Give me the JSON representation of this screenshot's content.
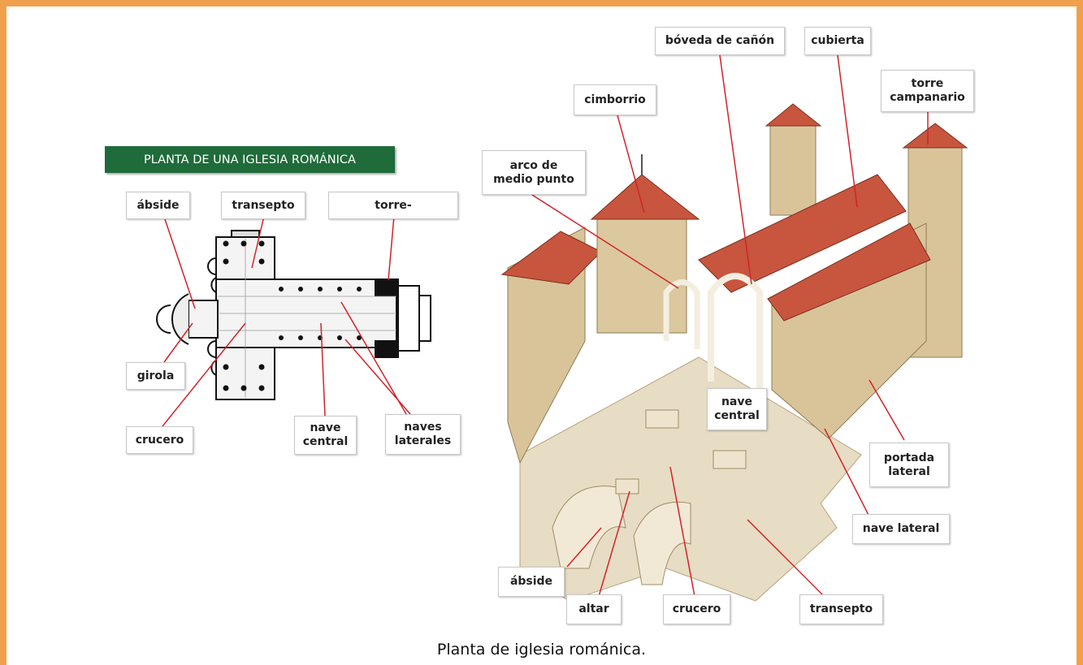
{
  "title_banner": "PLANTA DE UNA IGLESIA ROMÁNICA",
  "caption": "Planta de iglesia románica.",
  "colors": {
    "frame": "#f0a04b",
    "banner": "#1f6b3a",
    "leader_line": "#d2232a",
    "roof": "#c8553d",
    "stone": "#d9c49a"
  },
  "plan_labels": {
    "abside": "ábside",
    "transepto": "transepto",
    "torre": "torre-",
    "girola": "girola",
    "crucero": "crucero",
    "nave_central": "nave\ncentral",
    "naves_laterales": "naves\nlaterales"
  },
  "illustration_labels": {
    "boveda": "bóveda de cañón",
    "cubierta": "cubierta",
    "torre_campanario": "torre\ncampanario",
    "cimborrio": "cimborrio",
    "arco": "arco de\nmedio punto",
    "nave_central": "nave\ncentral",
    "portada_lateral": "portada\nlateral",
    "nave_lateral": "nave lateral",
    "abside": "ábside",
    "altar": "altar",
    "crucero": "crucero",
    "transepto": "transepto"
  }
}
